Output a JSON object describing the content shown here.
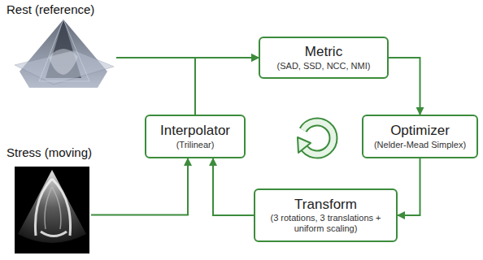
{
  "diagram": {
    "nodes": [
      {
        "text": [
          "Rest (reference)"
        ]
      },
      {
        "text": [
          "Metric",
          "(SAD, SSD, NCC, NMI)"
        ]
      },
      {
        "text": [
          "Interpolator",
          "(Trilinear)"
        ]
      },
      {
        "text": [
          "Optimizer",
          "(Nelder-Mead Simplex)"
        ]
      },
      {
        "text": [
          "Stress (moving)"
        ]
      },
      {
        "text": [
          "Transform",
          "(3 rotations, 3 translations + uniform scaling)"
        ]
      }
    ],
    "edges": [
      {
        "from": 0,
        "to": 1,
        "arrow": "to"
      },
      {
        "from": 2,
        "to": 1,
        "arrow": "to"
      },
      {
        "from": 1,
        "to": 3,
        "arrow": "to"
      },
      {
        "from": 3,
        "to": 5,
        "arrow": "to"
      },
      {
        "from": 4,
        "to": 2,
        "arrow": "to"
      },
      {
        "from": 5,
        "to": 2,
        "arrow": "to"
      }
    ]
  }
}
